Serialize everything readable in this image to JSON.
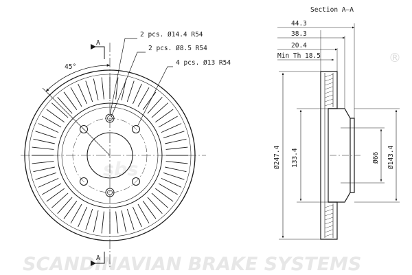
{
  "brand": {
    "watermark_text": "SCANDINAVIAN BRAKE SYSTEMS",
    "logo_text": "sbs",
    "registered_mark": "®",
    "watermark_color": "#e6e6e6"
  },
  "front_view": {
    "bolt_callouts": [
      "2 pcs. Ø14.4  R54",
      "2 pcs. Ø8.5  R54",
      "4 pcs. Ø13  R54"
    ],
    "angle_label": "45°",
    "section_marker_top": "A",
    "section_marker_bottom": "A"
  },
  "section_view": {
    "title": "Section A–A",
    "dimensions": {
      "overall_thickness": "44.3",
      "hat_depth": "38.3",
      "disc_thickness": "20.4",
      "min_thickness": "Min Th 18.5",
      "outer_diameter": "Ø247.4",
      "hat_height": "133.4",
      "center_bore": "Ø66",
      "hat_diameter": "Ø143.4"
    }
  },
  "line_color": "#1a1a1a"
}
